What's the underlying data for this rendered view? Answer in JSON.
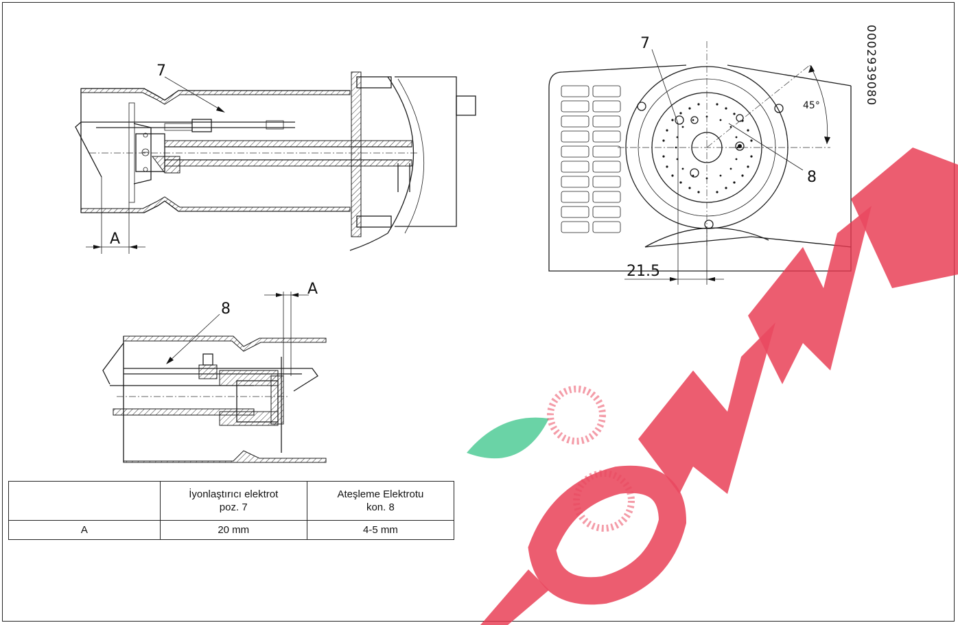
{
  "drawing_code": "0002939080",
  "labels": {
    "ionization_ref": "7",
    "ignition_ref": "8",
    "dim_a": "A",
    "angle": "45°",
    "offset": "21.5"
  },
  "table": {
    "headers": [
      {
        "line1": "",
        "line2": ""
      },
      {
        "line1": "İyonlaştırıcı elektrot",
        "line2": "poz. 7"
      },
      {
        "line1": "Ateşleme Elektrotu",
        "line2": "kon. 8"
      }
    ],
    "rows": [
      {
        "param": "A",
        "ionization": "20 mm",
        "ignition": "4-5 mm"
      }
    ]
  },
  "colors": {
    "line": "#1a1a1a",
    "watermark_red": "#e8364f",
    "watermark_green": "#3cc68a"
  }
}
